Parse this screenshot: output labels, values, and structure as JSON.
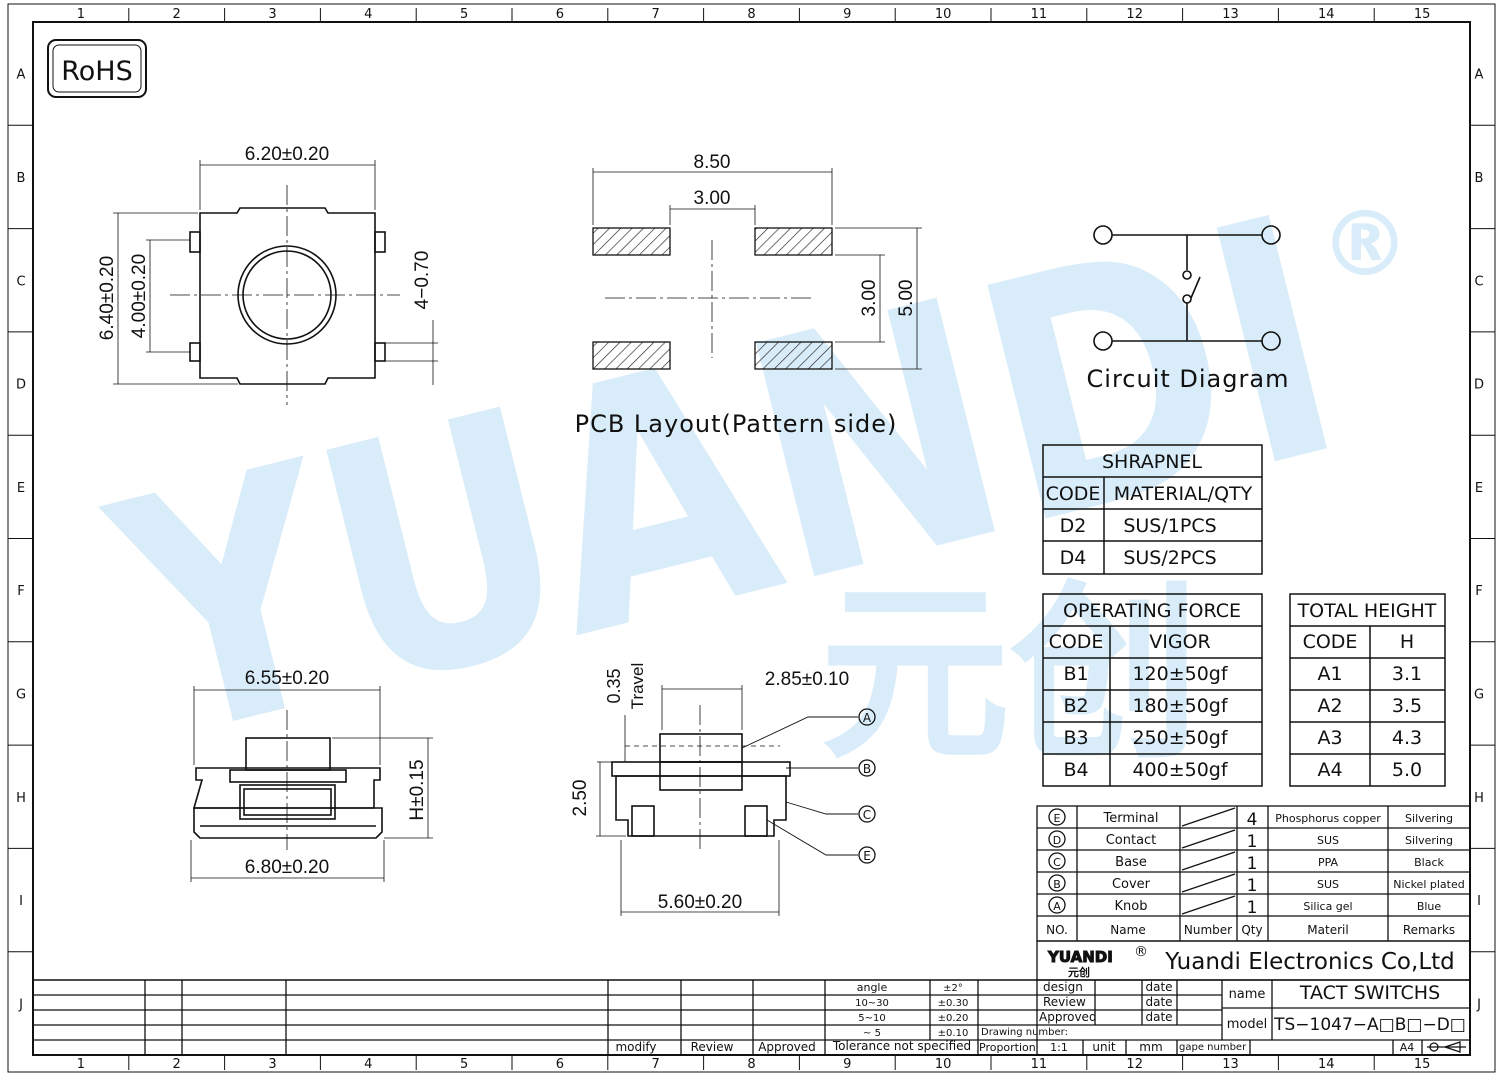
{
  "frame": {
    "col_numbers": [
      "1",
      "2",
      "3",
      "4",
      "5",
      "6",
      "7",
      "8",
      "9",
      "10",
      "11",
      "12",
      "13",
      "14",
      "15"
    ],
    "row_letters": [
      "A",
      "B",
      "C",
      "D",
      "E",
      "F",
      "G",
      "H",
      "I",
      "J"
    ]
  },
  "rohs": "RoHS",
  "watermark": {
    "text": "YUANDI",
    "registered": "®",
    "cn": "元创",
    "color": "#1a8fe0"
  },
  "top_view": {
    "width_dim": "6.20±0.20",
    "height_dim": "6.40±0.20",
    "inner_height_dim": "4.00±0.20",
    "pin_dim": "4−0.70"
  },
  "pcb_layout": {
    "title": "PCB Layout(Pattern side)",
    "overall_width": "8.50",
    "gap_width": "3.00",
    "pitch_height": "3.00",
    "overall_height": "5.00"
  },
  "circuit": {
    "title": "Circuit Diagram"
  },
  "shrapnel_table": {
    "title": "SHRAPNEL",
    "headers": [
      "CODE",
      "MATERIAL/QTY"
    ],
    "rows": [
      [
        "D2",
        "SUS/1PCS"
      ],
      [
        "D4",
        "SUS/2PCS"
      ]
    ]
  },
  "force_table": {
    "title": "OPERATING FORCE",
    "headers": [
      "CODE",
      "VIGOR"
    ],
    "rows": [
      [
        "B1",
        "120±50gf"
      ],
      [
        "B2",
        "180±50gf"
      ],
      [
        "B3",
        "250±50gf"
      ],
      [
        "B4",
        "400±50gf"
      ]
    ]
  },
  "height_table": {
    "title": "TOTAL HEIGHT",
    "headers": [
      "CODE",
      "H"
    ],
    "rows": [
      [
        "A1",
        "3.1"
      ],
      [
        "A2",
        "3.5"
      ],
      [
        "A3",
        "4.3"
      ],
      [
        "A4",
        "5.0"
      ]
    ]
  },
  "front_view": {
    "top_dim": "6.55±0.20",
    "bottom_dim": "6.80±0.20",
    "height_dim": "H±0.15"
  },
  "side_view": {
    "travel_dim": "0.35",
    "travel_label": "Travel",
    "knob_dim": "2.85±0.10",
    "body_height": "2.50",
    "base_width": "5.60±0.20",
    "callouts": [
      "A",
      "B",
      "C",
      "E"
    ]
  },
  "bom": {
    "rows": [
      {
        "no": "E",
        "name": "Terminal",
        "number": "",
        "qty": "4",
        "material": "Phosphorus copper",
        "remarks": "Silvering"
      },
      {
        "no": "D",
        "name": "Contact",
        "number": "",
        "qty": "1",
        "material": "SUS",
        "remarks": "Silvering"
      },
      {
        "no": "C",
        "name": "Base",
        "number": "",
        "qty": "1",
        "material": "PPA",
        "remarks": "Black"
      },
      {
        "no": "B",
        "name": "Cover",
        "number": "",
        "qty": "1",
        "material": "SUS",
        "remarks": "Nickel plated"
      },
      {
        "no": "A",
        "name": "Knob",
        "number": "",
        "qty": "1",
        "material": "Silica gel",
        "remarks": "Blue"
      }
    ],
    "headers": {
      "no": "NO.",
      "name": "Name",
      "number": "Number",
      "qty": "Qty",
      "material": "Materil",
      "remarks": "Remarks"
    }
  },
  "title_block": {
    "logo": "YUANDI",
    "logo_cn": "元创",
    "logo_reg": "®",
    "company": "Yuandi Electronics Co,Ltd",
    "design": "design",
    "review": "Review",
    "approved": "Approved",
    "date": "date",
    "name_label": "name",
    "name_value": "TACT SWITCHS",
    "model_label": "model",
    "model_value": "TS−1047−A□B□−D□",
    "drawing_number": "Drawing number:",
    "proportion": "Proportion",
    "scale": "1:1",
    "unit": "unit",
    "mm": "mm",
    "gape_number": "gape number",
    "sheet": "A4"
  },
  "tolerance": {
    "rows": [
      [
        "angle",
        "±2°"
      ],
      [
        "10~30",
        "±0.30"
      ],
      [
        "5~10",
        "±0.20"
      ],
      [
        "~ 5",
        "±0.10"
      ]
    ],
    "label": "Tolerance not specified"
  },
  "revision": {
    "modify": "modify",
    "review": "Review",
    "approved": "Approved"
  }
}
